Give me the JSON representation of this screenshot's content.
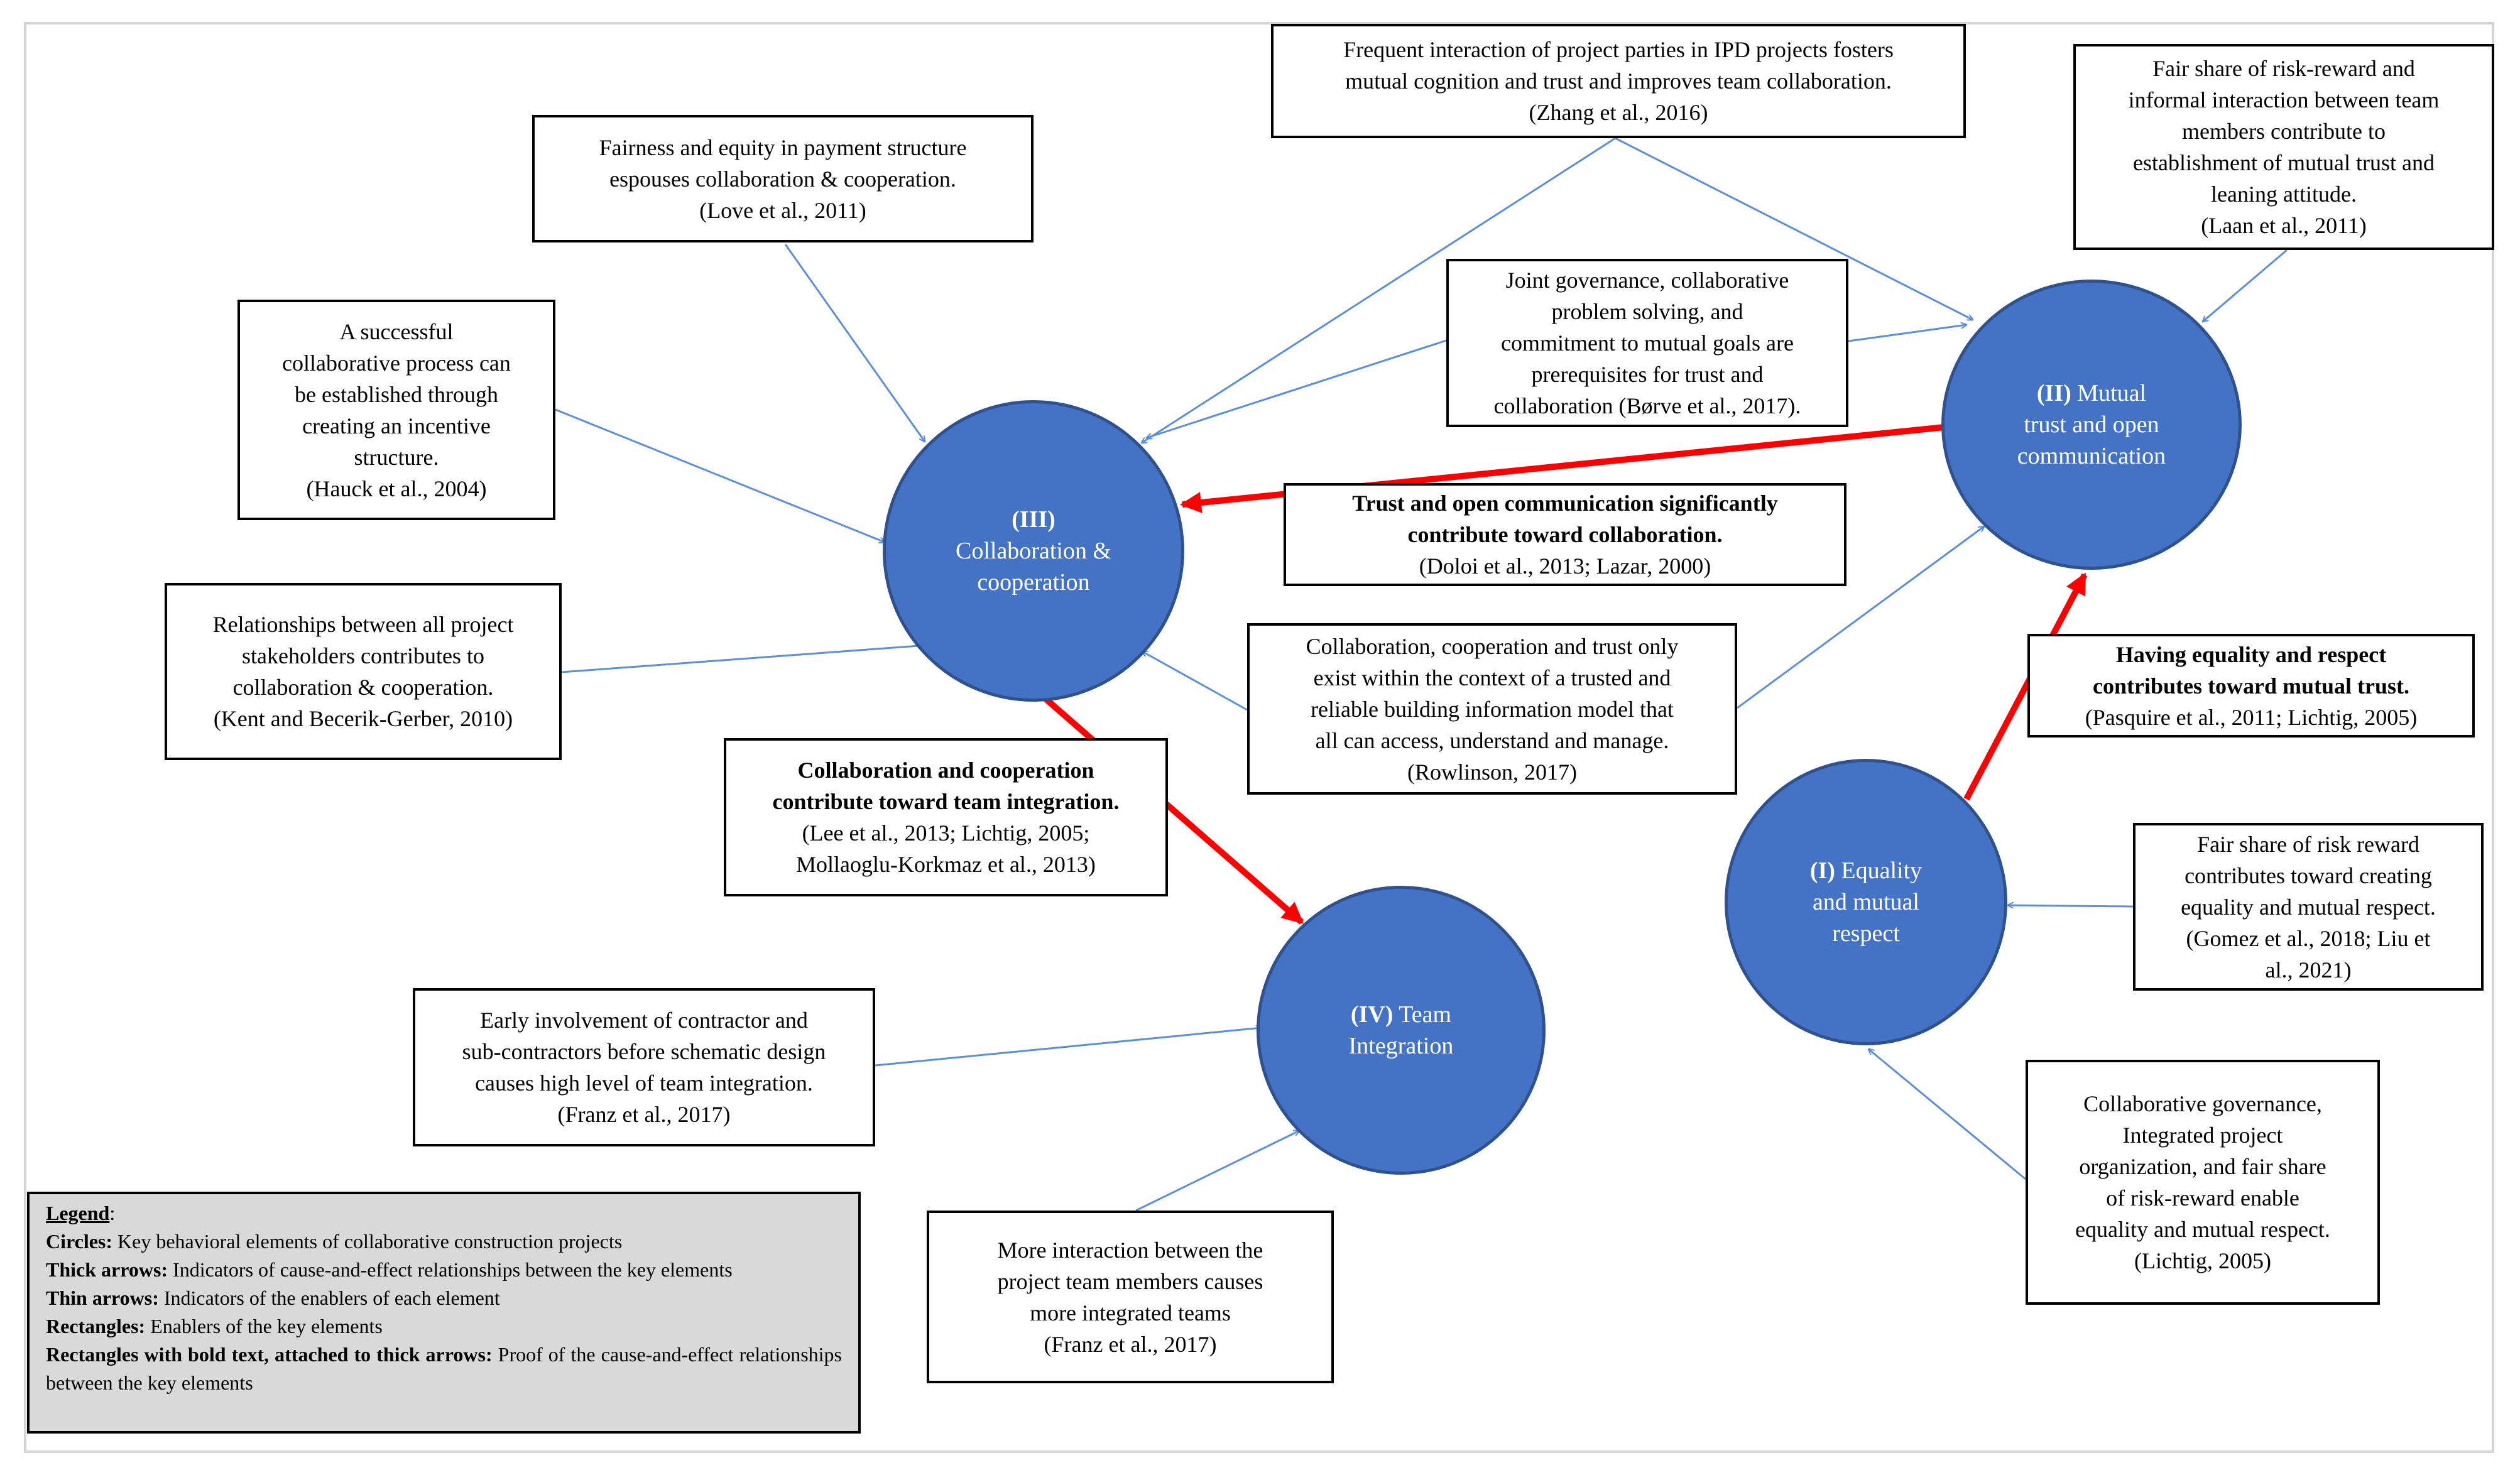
{
  "nodes": {
    "n3": {
      "num": "(III)",
      "line1": "Collaboration &",
      "line2": "cooperation"
    },
    "n2": {
      "num": "(II)",
      "num_rest": "Mutual",
      "line2": "trust and open",
      "line3": "communication"
    },
    "n1": {
      "num": "(I)",
      "num_rest": "Equality",
      "line2": "and mutual",
      "line3": "respect"
    },
    "n4": {
      "num": "(IV)",
      "num_rest": "Team",
      "line2": "Integration"
    }
  },
  "boxes": {
    "zhang": [
      "Frequent interaction of project parties in IPD projects fosters",
      "mutual cognition and trust and improves team collaboration.",
      "(Zhang  et al., 2016)"
    ],
    "laan": [
      "Fair share of risk-reward  and",
      "informal interaction between team",
      "members contribute to",
      "establishment of mutual trust and",
      "leaning attitude.",
      "(Laan et al., 2011)"
    ],
    "love": [
      "Fairness and equity in payment structure",
      "espouses collaboration & cooperation.",
      "(Love et al., 2011)"
    ],
    "hauck": [
      "A successful",
      "collaborative process can",
      "be established through",
      "creating an incentive",
      "structure.",
      "(Hauck et al., 2004)"
    ],
    "borve": [
      "Joint governance, collaborative",
      "problem solving, and",
      "commitment to mutual goals are",
      "prerequisites for trust and",
      "collaboration (Børve et al., 2017)."
    ],
    "doloi": [
      "Trust and open communication significantly",
      "contribute toward collaboration.",
      "(Doloi et al., 2013; Lazar, 2000)"
    ],
    "kent": [
      "Relationships between all project",
      "stakeholders contributes to",
      "collaboration & cooperation.",
      "(Kent and Becerik-Gerber, 2010)"
    ],
    "rowlinson": [
      "Collaboration, cooperation and trust only",
      "exist within the context of a trusted and",
      "reliable building information model that",
      "all can access, understand and manage.",
      "(Rowlinson, 2017)"
    ],
    "pasquire": [
      "Having equality and respect",
      "contributes toward mutual trust.",
      "(Pasquire et al., 2011; Lichtig, 2005)"
    ],
    "lee": [
      "Collaboration and cooperation",
      "contribute toward team integration.",
      "(Lee et al., 2013; Lichtig, 2005;",
      "Mollaoglu-Korkmaz et al., 2013)"
    ],
    "gomez": [
      "Fair share of risk reward",
      "contributes toward creating",
      "equality and mutual respect.",
      "(Gomez et al., 2018; Liu et",
      "al., 2021)"
    ],
    "franz1": [
      "Early involvement of contractor and",
      "sub-contractors before schematic design",
      "causes high level of team integration.",
      "(Franz et al., 2017)"
    ],
    "lichtig": [
      "Collaborative governance,",
      "Integrated project",
      "organization, and fair share",
      "of risk-reward enable",
      "equality and mutual respect.",
      "(Lichtig, 2005)"
    ],
    "franz2": [
      "More interaction between the",
      "project team members causes",
      "more integrated teams",
      "(Franz et al., 2017)"
    ]
  },
  "legend": {
    "title": "Legend",
    "title_suffix": ":",
    "rows": [
      {
        "label": "Circles:",
        "text": " Key behavioral elements of collaborative construction projects"
      },
      {
        "label": "Thick arrows:",
        "text": " Indicators of cause-and-effect relationships between the key elements"
      },
      {
        "label": "Thin arrows:",
        "text": " Indicators of the enablers of each element"
      },
      {
        "label": "Rectangles:",
        "text": " Enablers of the key elements"
      },
      {
        "label": "Rectangles with bold text, attached to thick arrows:",
        "text": " Proof of the cause-and-effect relationships between the key elements"
      }
    ]
  },
  "colors": {
    "node_fill": "#4472c4",
    "node_border": "#2f528f",
    "thin_arrow": "#5b8fd6",
    "thick_arrow": "#ff0000",
    "legend_bg": "#d9d9d9"
  }
}
